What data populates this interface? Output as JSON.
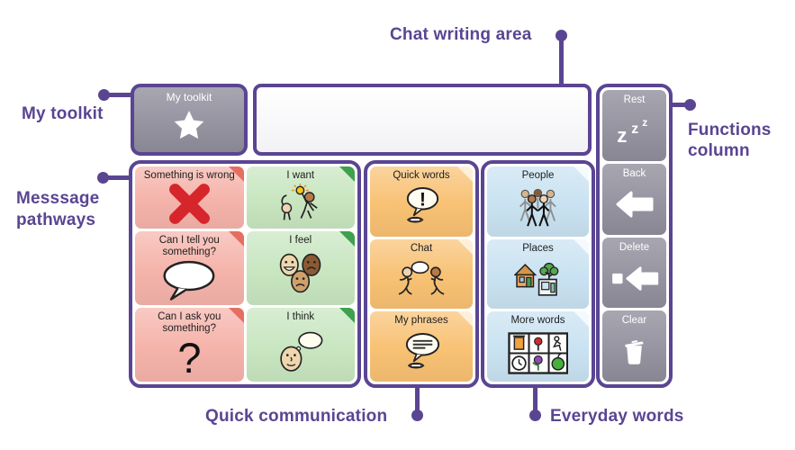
{
  "annotations": {
    "chat_writing_area": "Chat writing area",
    "my_toolkit": "My toolkit",
    "message_pathways": "Messsage pathways",
    "functions_column": "Functions column",
    "quick_communication": "Quick communication",
    "everyday_words": "Everyday words"
  },
  "toolkit_button": {
    "label": "My toolkit",
    "icon": "star-icon"
  },
  "chat_writing_area": {
    "value": ""
  },
  "functions_column": {
    "buttons": [
      {
        "label": "Rest",
        "icon": "rest-zzz-icon"
      },
      {
        "label": "Back",
        "icon": "back-arrow-icon"
      },
      {
        "label": "Delete",
        "icon": "delete-backspace-icon"
      },
      {
        "label": "Clear",
        "icon": "clear-trash-icon"
      }
    ]
  },
  "message_pathways": {
    "cells": [
      {
        "label": "Something is wrong",
        "icon": "red-cross-icon",
        "bg": "#f5b3aa",
        "fold": "#e66e61"
      },
      {
        "label": "I want",
        "icon": "want-icon",
        "bg": "#c8e6c0",
        "fold": "#3fa04e"
      },
      {
        "label": "Can I tell you something?",
        "icon": "speech-bubble-icon",
        "bg": "#f5b3aa",
        "fold": "#e66e61"
      },
      {
        "label": "I feel",
        "icon": "feelings-faces-icon",
        "bg": "#c8e6c0",
        "fold": "#3fa04e"
      },
      {
        "label": "Can I ask you something?",
        "icon": "question-mark-icon",
        "bg": "#f5b3aa",
        "fold": "#e66e61"
      },
      {
        "label": "I think",
        "icon": "think-icon",
        "bg": "#c8e6c0",
        "fold": "#3fa04e"
      }
    ]
  },
  "quick_communication": {
    "cells": [
      {
        "label": "Quick words",
        "icon": "quick-words-icon",
        "bg": "#f8c173",
        "fold": "#fdf0da"
      },
      {
        "label": "Chat",
        "icon": "chat-icon",
        "bg": "#f8c173",
        "fold": "#fdf0da"
      },
      {
        "label": "My phrases",
        "icon": "my-phrases-icon",
        "bg": "#f8c173",
        "fold": "#fdf0da"
      }
    ]
  },
  "everyday_words": {
    "cells": [
      {
        "label": "People",
        "icon": "people-icon",
        "bg": "#c9e2f1",
        "fold": "#f4fafe"
      },
      {
        "label": "Places",
        "icon": "places-icon",
        "bg": "#c9e2f1",
        "fold": "#f4fafe"
      },
      {
        "label": "More words",
        "icon": "more-words-icon",
        "bg": "#c9e2f1",
        "fold": "#f4fafe"
      }
    ]
  },
  "colors": {
    "accent_purple": "#5a4592",
    "button_gray_top": "#a7a6b1",
    "button_gray_bottom": "#888693",
    "cell_red": "#f5b3aa",
    "cell_green": "#c8e6c0",
    "cell_orange": "#f8c173",
    "cell_blue": "#c9e2f1",
    "cross_red": "#d6252b"
  }
}
